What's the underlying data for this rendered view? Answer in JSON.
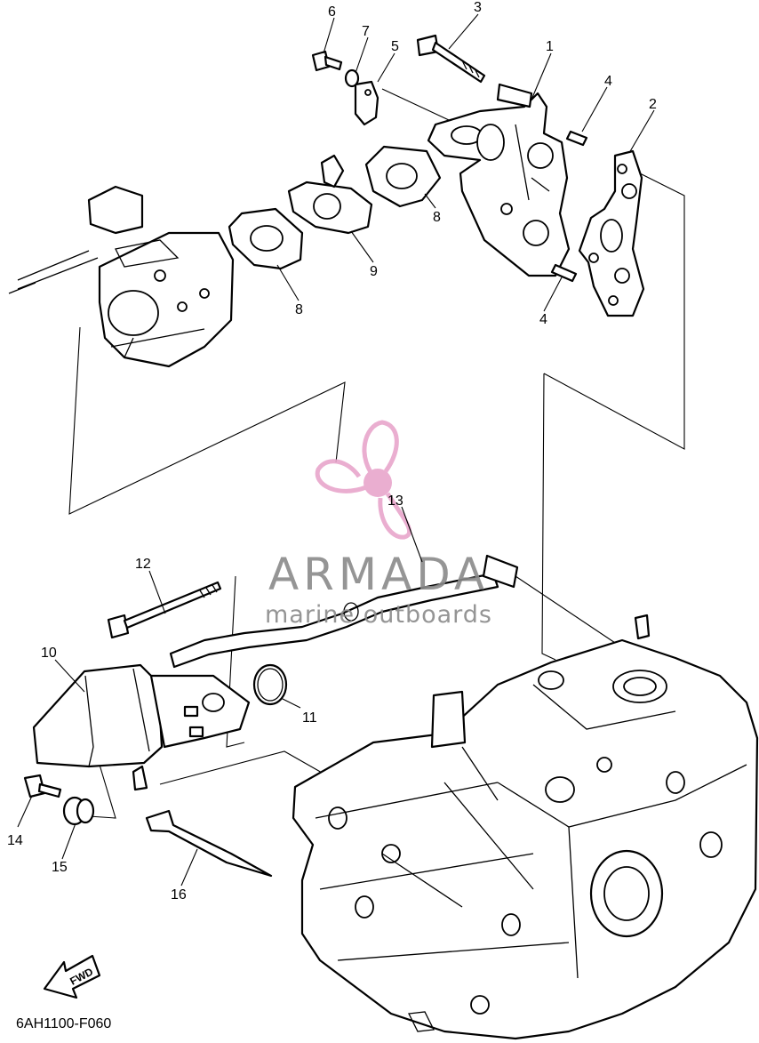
{
  "callouts": [
    "1",
    "2",
    "3",
    "4",
    "5",
    "6",
    "7",
    "8",
    "9",
    "10",
    "11",
    "12",
    "13",
    "14",
    "15",
    "16"
  ],
  "callout_4_second": "4",
  "callout_8_second": "8",
  "watermark": {
    "brand": "ARMADA",
    "tagline": "marine outboards",
    "color": "#e8a6cc"
  },
  "fwd_arrow_label": "FWD",
  "diagram_code": "6AH1100-F060"
}
